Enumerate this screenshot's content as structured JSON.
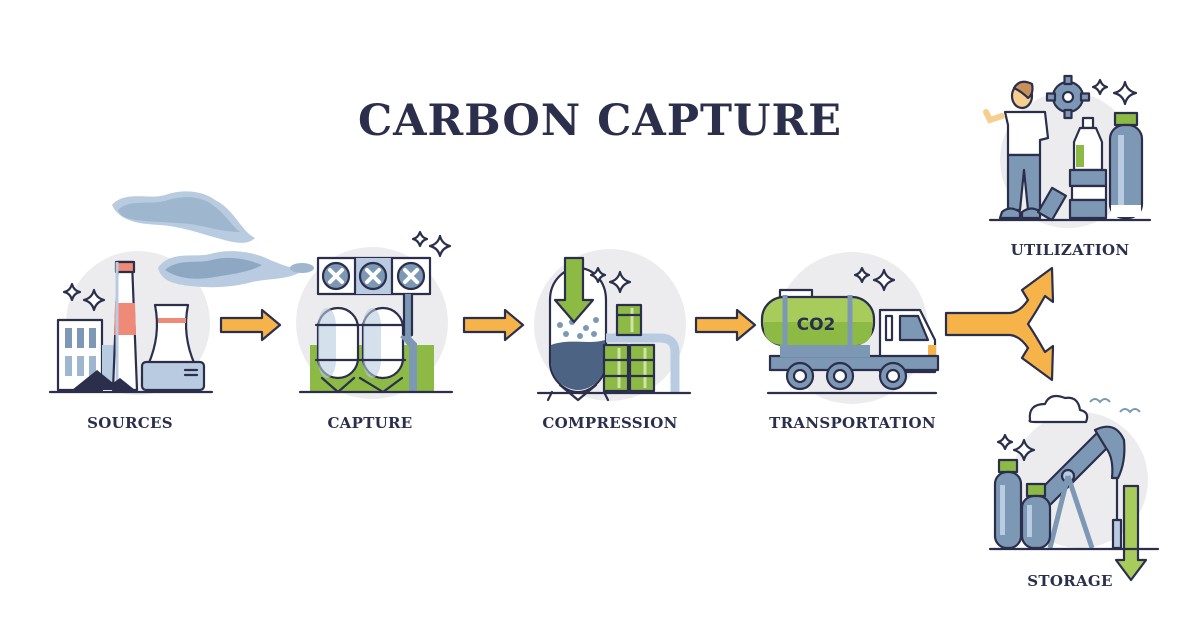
{
  "title": "CARBON CAPTURE",
  "colors": {
    "title": "#2b2f4c",
    "outline": "#2b2f4c",
    "arrow": "#f5b34a",
    "green": "#8cba45",
    "steel": "#7d98b5",
    "light_steel": "#b8cbe0",
    "circle_bg": "#ececee",
    "smoke": "#9fb6cf",
    "red_band": "#ef8a78"
  },
  "stages": [
    {
      "id": "sources",
      "label": "SOURCES"
    },
    {
      "id": "capture",
      "label": "CAPTURE"
    },
    {
      "id": "compression",
      "label": "COMPRESSION"
    },
    {
      "id": "transportation",
      "label": "TRANSPORTATION"
    }
  ],
  "branches": [
    {
      "id": "utilization",
      "label": "UTILIZATION"
    },
    {
      "id": "storage",
      "label": "STORAGE"
    }
  ],
  "truck": {
    "tank_label": "CO2"
  },
  "flow": [
    "SOURCES",
    "CAPTURE",
    "COMPRESSION",
    "TRANSPORTATION",
    [
      "UTILIZATION",
      "STORAGE"
    ]
  ]
}
